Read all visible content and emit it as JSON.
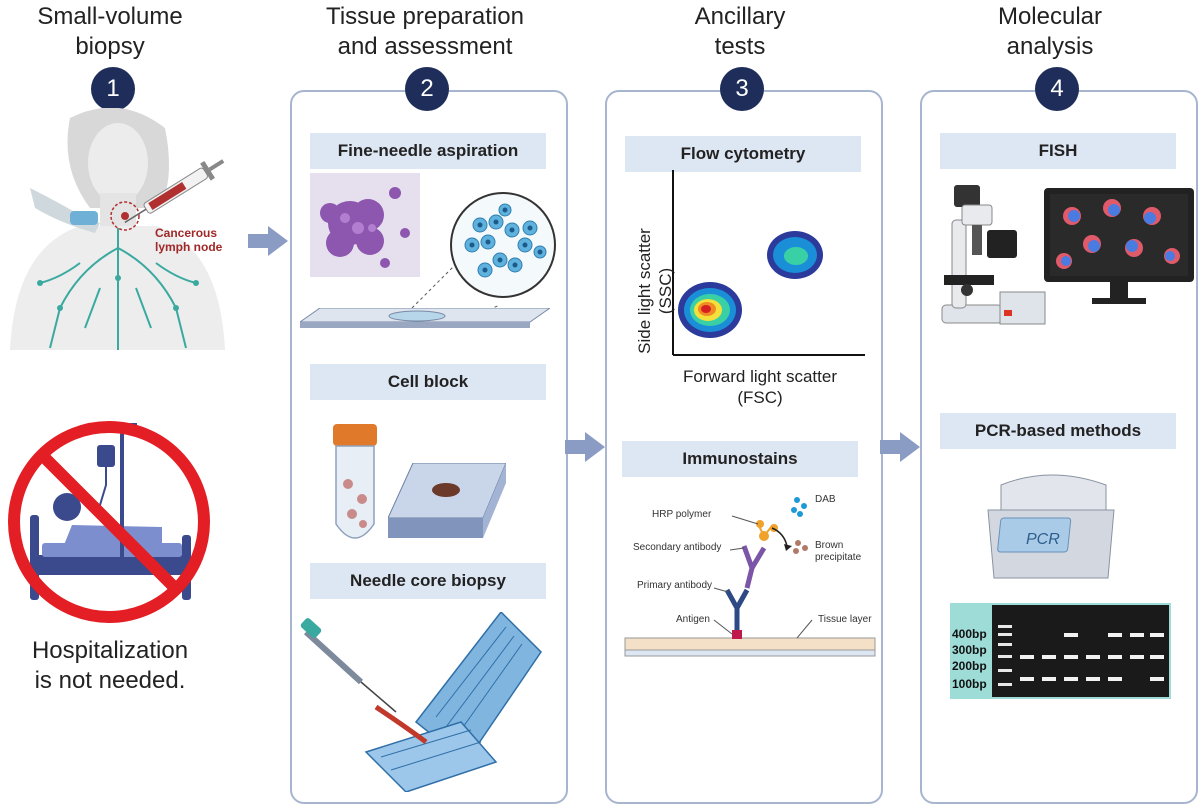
{
  "columns": [
    {
      "title_line1": "Small-volume",
      "title_line2": "biopsy",
      "step": "1"
    },
    {
      "title_line1": "Tissue preparation",
      "title_line2": "and assessment",
      "step": "2"
    },
    {
      "title_line1": "Ancillary",
      "title_line2": "tests",
      "step": "3"
    },
    {
      "title_line1": "Molecular",
      "title_line2": "analysis",
      "step": "4"
    }
  ],
  "biopsy": {
    "node_label_line1": "Cancerous",
    "node_label_line2": "lymph node",
    "hospital_line1": "Hospitalization",
    "hospital_line2": "is not needed.",
    "colors": {
      "no_sign": "#e31e24",
      "bed": "#3b4a8c"
    }
  },
  "tissue": {
    "fna": "Fine-needle aspiration",
    "cell_block": "Cell block",
    "core": "Needle core biopsy"
  },
  "ancillary": {
    "flow": "Flow cytometry",
    "ylabel_line1": "Side light scatter",
    "ylabel_line2": "(SSC)",
    "xlabel_line1": "Forward light scatter",
    "xlabel_line2": "(FSC)",
    "immuno": "Immunostains",
    "dab": "DAB",
    "hrp": "HRP polymer",
    "secondary": "Secondary antibody",
    "brown_line1": "Brown",
    "brown_line2": "precipitate",
    "primary": "Primary antibody",
    "antigen": "Antigen",
    "tissue_layer": "Tissue layer"
  },
  "molecular": {
    "fish": "FISH",
    "pcr_methods": "PCR-based methods",
    "pcr_device": "PCR",
    "bands": [
      "400bp",
      "300bp",
      "200bp",
      "100bp"
    ]
  },
  "colors": {
    "badge": "#1f2d5a",
    "panel_border": "#a7b5cf",
    "label_bg": "#dde6f3",
    "arrow": "#8a9bc4"
  }
}
